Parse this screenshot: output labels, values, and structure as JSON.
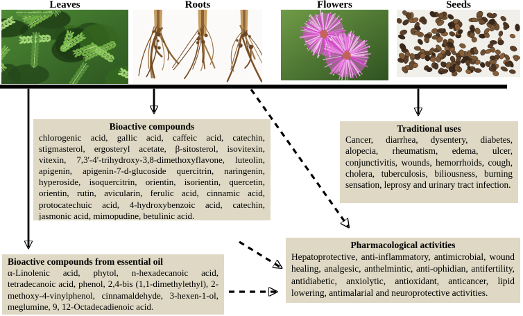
{
  "figure": {
    "plant_parts": [
      {
        "id": "leaves",
        "label": "Leaves"
      },
      {
        "id": "roots",
        "label": "Roots"
      },
      {
        "id": "flowers",
        "label": "Flowers"
      },
      {
        "id": "seeds",
        "label": "Seeds"
      }
    ],
    "boxes": {
      "bioactive_compounds": {
        "title": "Bioactive compounds",
        "body": "chlorogenic acid, gallic acid, caffeic acid, catechin, stigmasterol, ergosteryl acetate, β-sitosterol, isovitexin, vitexin, 7,3'-4'-trihydroxy-3,8-dimethoxyflavone, luteolin, apigenin, apigenin-7-d-glucoside quercitrin, naringenin, hyperoside, isoquercitrin, orientin, isorientin, quercetin, orientin, rutin, avicularin, ferulic acid, cinnamic acid, protocatechuic acid, 4-hydroxybenzoic acid, catechin, jasmonic acid, mimopudine, betulinic acid."
      },
      "traditional_uses": {
        "title": "Traditional uses",
        "body": "Cancer, diarrhea, dysentery, diabetes, alopecia, rheumatism, edema, ulcer, conjunctivitis, wounds, hemorrhoids, cough, cholera, tuberculosis, biliousness, burning sensation, leprosy and urinary tract infection."
      },
      "essential_oil": {
        "title": "Bioactive compounds from essential oil",
        "body": "α-Linolenic acid, phytol, n-hexadecanoic acid, tetradecanoic acid, phenol, 2,4-bis (1,1-dimethylethyl), 2-methoxy-4-vinylphenol, cinnamaldehyde, 3-hexen-1-ol, meglumine, 9, 12-Octadecadienoic acid."
      },
      "pharmacological_activities": {
        "title": "Pharmacological activities",
        "body": "Hepatoprotective, anti-inflammatory, antimicrobial, wound healing, analgesic, anthelmintic, anti-ophidian, antifertility, antidiabetic, anxiolytic, antioxidant, anticancer, lipid lowering, antimalarial and neuroprotective activities."
      }
    },
    "colors": {
      "box_bg": "#ded8c4",
      "line": "#000000",
      "page_bg": "#ffffff"
    }
  }
}
